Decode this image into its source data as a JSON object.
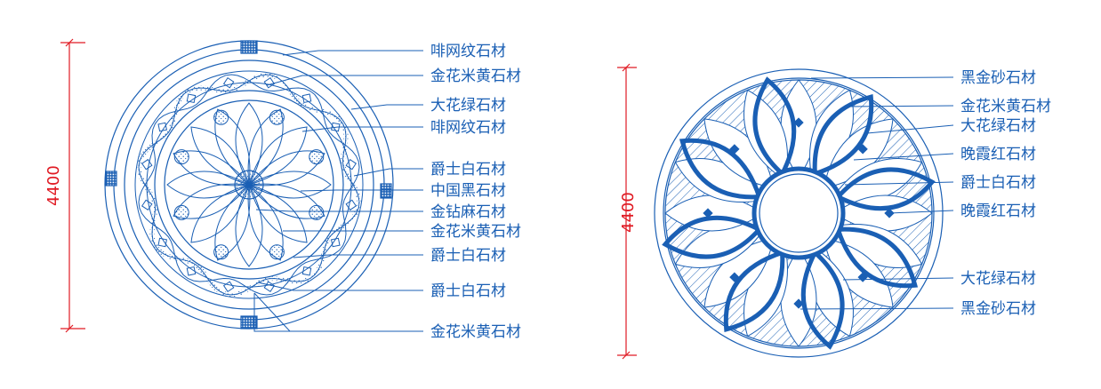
{
  "colors": {
    "line": "#1a5fb4",
    "dimension": "#e01b24",
    "background": "#ffffff"
  },
  "left_plan": {
    "dimension": "4400",
    "labels": [
      "啡网纹石材",
      "金花米黄石材",
      "大花绿石材",
      "啡网纹石材",
      "爵士白石材",
      "中国黑石材",
      "金钻麻石材",
      "金花米黄石材",
      "爵士白石材",
      "爵士白石材",
      "金花米黄石材"
    ]
  },
  "right_plan": {
    "dimension": "4400",
    "labels": [
      "黑金砂石材",
      "金花米黄石材",
      "大花绿石材",
      "晚霞红石材",
      "爵士白石材",
      "晚霞红石材",
      "大花绿石材",
      "黑金砂石材"
    ]
  }
}
